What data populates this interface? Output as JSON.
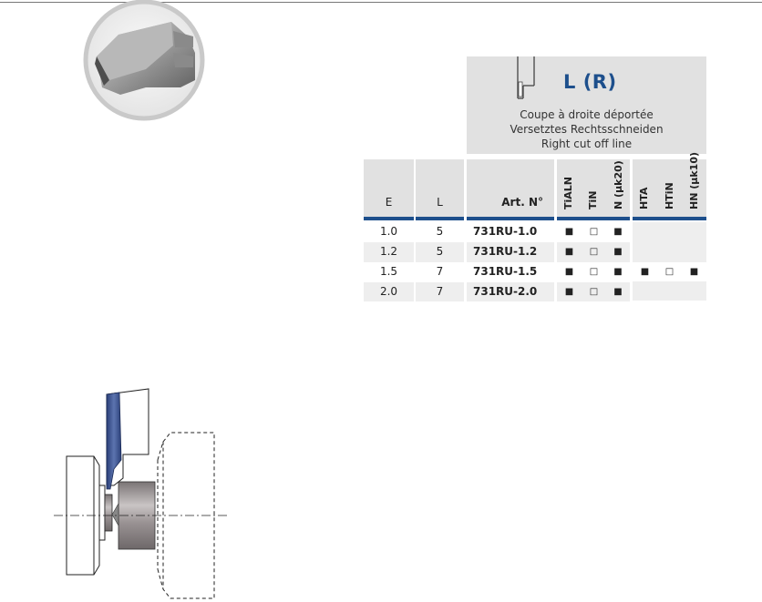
{
  "header": {
    "code": "L (R)",
    "desc_fr": "Coupe à droite déportée",
    "desc_de": "Versetztes Rechtsschneiden",
    "desc_en": "Right cut off line"
  },
  "table": {
    "columns": {
      "e": "E",
      "l": "L",
      "art": "Art. N°",
      "coatings": [
        "TiALN",
        "TiN",
        "N (µk20)",
        "HTA",
        "HTiN",
        "HN (µk10)"
      ]
    },
    "rows": [
      {
        "e": "1.0",
        "l": "5",
        "art": "731RU-1.0",
        "marks": [
          "■",
          "□",
          "■",
          "",
          "",
          ""
        ]
      },
      {
        "e": "1.2",
        "l": "5",
        "art": "731RU-1.2",
        "marks": [
          "■",
          "□",
          "■",
          "",
          "",
          ""
        ]
      },
      {
        "e": "1.5",
        "l": "7",
        "art": "731RU-1.5",
        "marks": [
          "■",
          "□",
          "■",
          "■",
          "□",
          "■"
        ]
      },
      {
        "e": "2.0",
        "l": "7",
        "art": "731RU-2.0",
        "marks": [
          "■",
          "□",
          "■",
          "",
          "",
          ""
        ]
      }
    ]
  },
  "colors": {
    "accent": "#1d4f8c",
    "panel": "#e1e1e1",
    "row_shade": "#eeeeee"
  }
}
